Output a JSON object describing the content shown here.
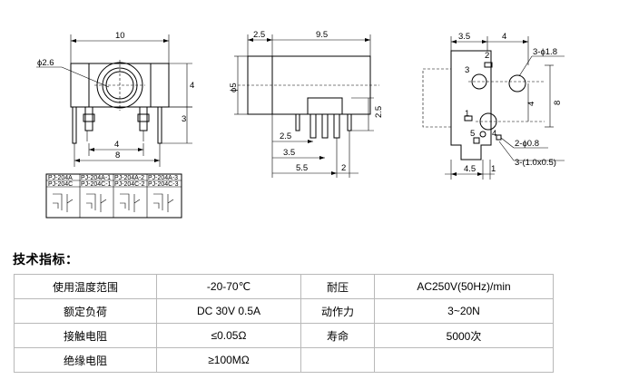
{
  "drawing": {
    "front": {
      "d_width": "10",
      "d_hole": "ϕ2.6",
      "d_height": "4",
      "d_pin_len": "3",
      "d_pin_gap": "4",
      "d_total": "8"
    },
    "side": {
      "d_front": "2.5",
      "d_body": "9.5",
      "d_dia": "ϕ5",
      "d_pin_h": "2.5",
      "d_p1": "2.5",
      "d_p2": "3.5",
      "d_p3": "5.5",
      "d_p4": "2"
    },
    "bottom": {
      "d_left": "3.5",
      "d_right": "4",
      "d_holes": "3-ϕ1.8",
      "d_mid": "4",
      "d_height": "8",
      "d_pins": "2-ϕ0.8",
      "d_slots": "3-(1.0x0.5)",
      "d_bottom": "4.5",
      "d_small": "1",
      "pin_labels": [
        "3",
        "2",
        "1",
        "5",
        "4"
      ]
    },
    "model_table": {
      "row1": [
        "PJ-204A",
        "PJ-204A-1",
        "PJ-204A-2",
        "PJ-204A-3"
      ],
      "row2": [
        "PJ-204C",
        "PJ-204C-1",
        "PJ-204C-2",
        "PJ-204C-3"
      ]
    }
  },
  "spec": {
    "heading": "技术指标：",
    "rows": [
      [
        "使用温度范围",
        "-20-70℃",
        "耐压",
        "AC250V(50Hz)/min"
      ],
      [
        "额定负荷",
        "DC 30V 0.5A",
        "动作力",
        "3~20N"
      ],
      [
        "接触电阻",
        "≤0.05Ω",
        "寿命",
        "5000次"
      ],
      [
        "绝缘电阻",
        "≥100MΩ",
        "",
        ""
      ]
    ]
  }
}
